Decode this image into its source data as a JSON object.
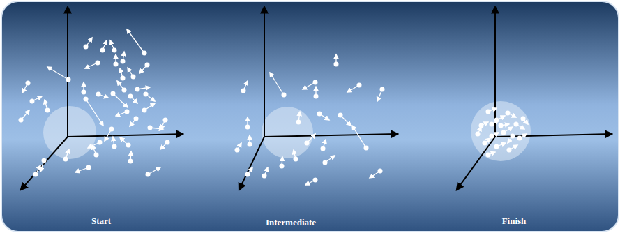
{
  "diagram": {
    "labels": [
      "Start",
      "Intermediate",
      "Finish"
    ]
  }
}
